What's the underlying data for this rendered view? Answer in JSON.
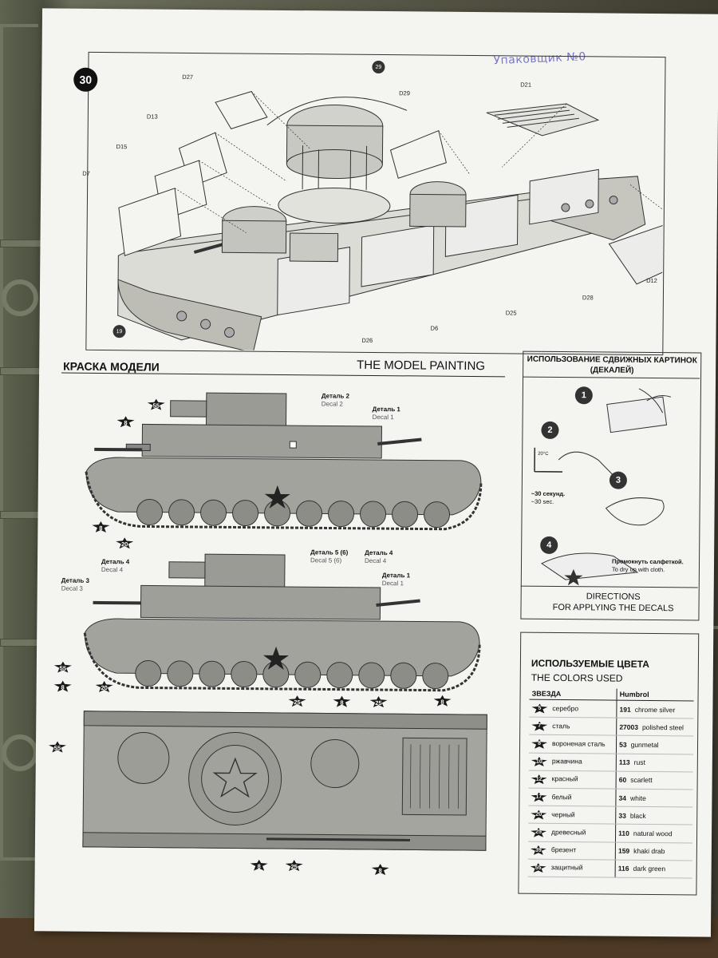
{
  "sheet": {
    "stamp": "Упаковщик №0",
    "step_number": "30"
  },
  "assembly": {
    "part_labels": [
      "D27",
      "D21",
      "D29",
      "D13",
      "D15",
      "D7",
      "D12",
      "D28",
      "D25",
      "D6",
      "D26"
    ],
    "part_number_top": "29",
    "part_number_bottom": "19"
  },
  "painting": {
    "title_ru": "КРАСКА МОДЕЛИ",
    "title_en": "THE MODEL PAINTING",
    "side1": {
      "decal2_ru": "Деталь 2",
      "decal2_en": "Decal 2",
      "decal1_ru": "Деталь 1",
      "decal1_en": "Decal 1",
      "badges": [
        "55",
        "8",
        "8",
        "20"
      ]
    },
    "side2": {
      "decal5_ru": "Деталь 5 (6)",
      "decal5_en": "Decal 5 (6)",
      "decal4_ru": "Деталь 4",
      "decal4_en": "Decal 4",
      "decal4b_ru": "Деталь 4",
      "decal4b_en": "Decal 4",
      "decal3_ru": "Деталь 3",
      "decal3_en": "Decal 3",
      "decal1_ru": "Деталь 1",
      "decal1_en": "Decal 1",
      "badges": [
        "55",
        "8",
        "20"
      ]
    },
    "top": {
      "badges": [
        "25",
        "8",
        "25",
        "8",
        "55",
        "8",
        "25",
        "8"
      ]
    }
  },
  "directions": {
    "title_ru": "ИСПОЛЬЗОВАНИЕ СДВИЖНЫХ КАРТИНОК (ДЕКАЛЕЙ)",
    "steps": [
      "1",
      "2",
      "3",
      "4"
    ],
    "temp": "20°C",
    "time_ru": "~30 секунд.",
    "time_en": "~30 sec.",
    "blot_ru": "Промокнуть салфеткой.",
    "blot_en": "To dry up with cloth.",
    "footer_line1": "DIRECTIONS",
    "footer_line2": "FOR APPLYING THE DECALS"
  },
  "colors": {
    "title_ru": "ИСПОЛЬЗУЕМЫЕ ЦВЕТА",
    "title_en": "THE COLORS USED",
    "col_star": "ЗВЕЗДА",
    "col_humbrol": "Humbrol",
    "rows": [
      {
        "code": "5",
        "ru": "серебро",
        "num": "191",
        "en": "chrome silver"
      },
      {
        "code": "7",
        "ru": "сталь",
        "num": "27003",
        "en": "polished steel"
      },
      {
        "code": "8",
        "ru": "вороненая сталь",
        "num": "53",
        "en": "gunmetal"
      },
      {
        "code": "10",
        "ru": "ржавчина",
        "num": "113",
        "en": "rust"
      },
      {
        "code": "12",
        "ru": "красный",
        "num": "60",
        "en": "scarlett"
      },
      {
        "code": "17",
        "ru": "белый",
        "num": "34",
        "en": "white"
      },
      {
        "code": "20",
        "ru": "черный",
        "num": "33",
        "en": "black"
      },
      {
        "code": "25",
        "ru": "древесный",
        "num": "110",
        "en": "natural wood"
      },
      {
        "code": "39",
        "ru": "брезент",
        "num": "159",
        "en": "khaki drab"
      },
      {
        "code": "55",
        "ru": "защитный",
        "num": "116",
        "en": "dark green"
      }
    ]
  }
}
